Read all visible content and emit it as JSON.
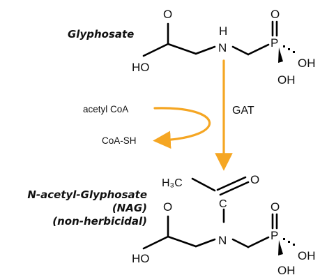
{
  "labels": {
    "glyphosate": "Glyphosate",
    "nag_line1": "N-acetyl-Glyphosate",
    "nag_line2": "(NAG)",
    "nag_line3": "(non-herbicidal)"
  },
  "reaction": {
    "enzyme": "GAT",
    "cofactor_in": "acetyl CoA",
    "cofactor_out": "CoA-SH"
  },
  "atoms": {
    "O": "O",
    "HO": "HO",
    "N": "N",
    "H": "H",
    "P": "P",
    "OH": "OH",
    "C": "C",
    "H3C": "H₃C"
  },
  "colors": {
    "arrow": "#f5a623",
    "bond": "#000000"
  }
}
